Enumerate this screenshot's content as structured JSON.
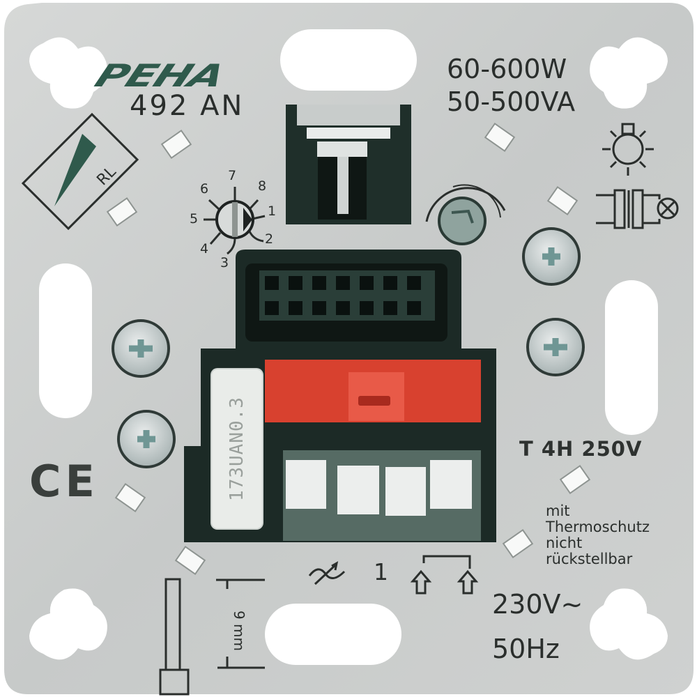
{
  "product": {
    "brand": "PEHA",
    "model": "492 AN",
    "rating_watts": "60-600W",
    "rating_va": "50-500VA",
    "fuse_rating": "T 4H 250V",
    "thermal_note": [
      "mit",
      "Thermoschutz",
      "nicht",
      "rückstellbar"
    ],
    "voltage": "230V~",
    "frequency": "50Hz",
    "terminal_label": "1",
    "serial_label": "173UAN0.3",
    "ce_mark": "CE",
    "load_type_label": "RL",
    "strip_length_label": "9 mm"
  },
  "dial": {
    "positions": [
      "1",
      "2",
      "3",
      "4",
      "5",
      "6",
      "7",
      "8"
    ]
  },
  "icons": {
    "lamp": "incandescent-lamp-icon",
    "transformer": "transformer-lamp-icon",
    "dimmer": "dimmer-symbol-icon",
    "push_1": "push-button-icon",
    "push_2": "push-button-extension-icon"
  },
  "colors": {
    "plate": "#c9cccb",
    "plate_light": "#dcdedd",
    "housing": "#1f2f2a",
    "housing_dark": "#111a17",
    "brand_green": "#2f5a4c",
    "red_cover": "#d8412f",
    "terminal_white": "#eceeed",
    "text": "#2a2e2c"
  }
}
